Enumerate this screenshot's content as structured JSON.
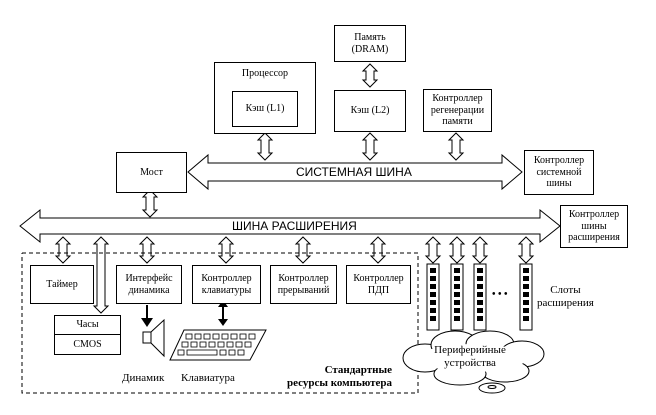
{
  "memory_box": "Память\n(DRAM)",
  "processor_label": "Процессор",
  "cache_l1": "Кэш (L1)",
  "cache_l2": "Кэш (L2)",
  "refresh_controller": "Контроллер\nрегенерации\nпамяти",
  "bridge": "Мост",
  "system_bus": "СИСТЕМНАЯ ШИНА",
  "system_bus_controller": "Контроллер\nсистемной\nшины",
  "expansion_bus": "ШИНА РАСШИРЕНИЯ",
  "expansion_bus_controller": "Контроллер\nшины\nрасширения",
  "timer": "Таймер",
  "speaker_interface": "Интерфейс\nдинамика",
  "keyboard_controller": "Контроллер\nклавиатуры",
  "interrupt_controller": "Контроллер\nпрерываний",
  "dma_controller": "Контроллер\nПДП",
  "clock": "Часы",
  "cmos": "CMOS",
  "speaker": "Динамик",
  "keyboard": "Клавиатура",
  "standard_resources": "Стандартные\nресурсы компьютера",
  "peripherals": "Периферийные\nустройства",
  "slots_label": "Слоты\nрасширения",
  "ellipsis": "• • •"
}
